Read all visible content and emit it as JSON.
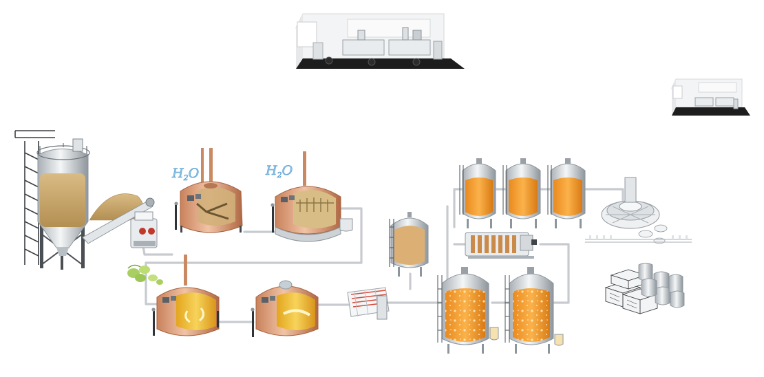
{
  "labels": {
    "water_mash": "H",
    "water_mash_sub": "2",
    "water_mash_end": "O",
    "water_lauter": "H",
    "water_lauter_sub": "2",
    "water_lauter_end": "O"
  },
  "colors": {
    "copper": "#e2a27e",
    "copper_dark": "#b8714e",
    "steel": "#d9dde0",
    "steel_dark": "#9aa2a8",
    "beer": "#f2a23a",
    "beer_light": "#f8c46a",
    "grain": "#c9a56a",
    "wort": "#e9c24a",
    "pipe": "#c8ccd0",
    "lab_floor": "#1c1c1c"
  },
  "icons": [
    "malt-silo-icon",
    "malt-mill-icon",
    "mash-tun-icon",
    "lauter-tun-icon",
    "hops-icon",
    "wort-kettle-icon",
    "whirlpool-icon",
    "wort-cooler-icon",
    "yeast-tank-icon",
    "fermentation-tank-icon",
    "beer-filter-icon",
    "bright-beer-tank-icon",
    "filler-carousel-icon",
    "crates-icon",
    "kegs-icon",
    "laboratory-icon"
  ]
}
